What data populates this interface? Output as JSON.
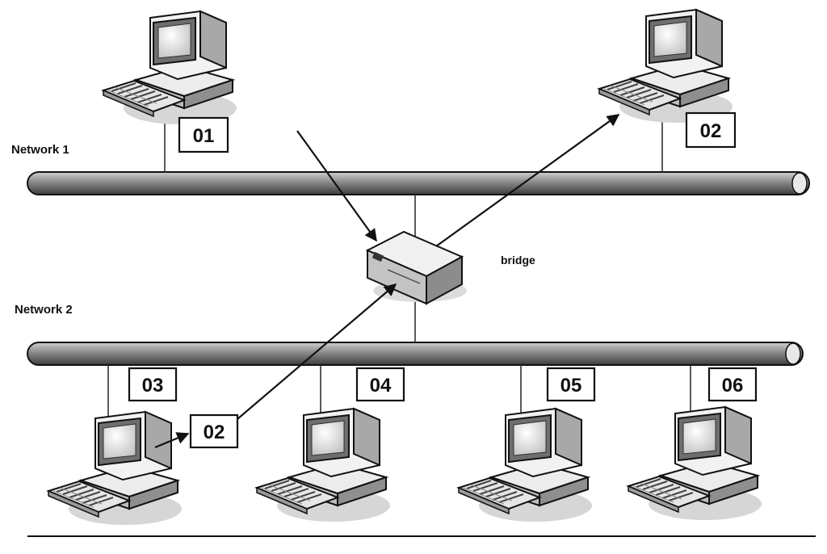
{
  "networks": {
    "network1": "Network 1",
    "network2": "Network 2"
  },
  "bridge": {
    "label": "bridge"
  },
  "stations": {
    "s01": "01",
    "s02": "02",
    "s03": "03",
    "s04": "04",
    "s05": "05",
    "s06": "06"
  },
  "frame": {
    "label": "02"
  }
}
